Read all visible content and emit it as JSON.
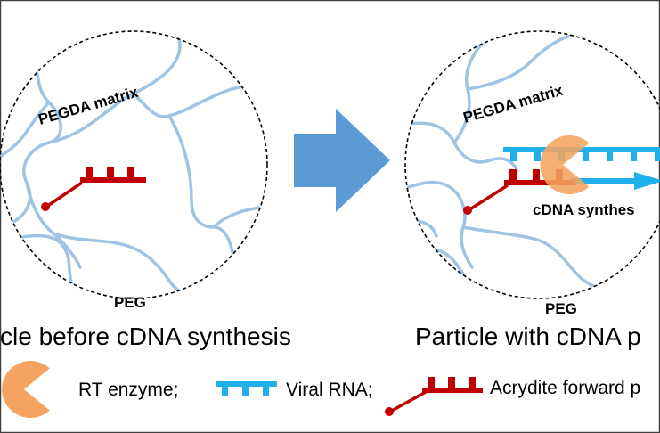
{
  "left_panel": {
    "matrix_label": "PEGDA matrix",
    "peg_label": "PEG",
    "caption": "cle before cDNA synthesis"
  },
  "right_panel": {
    "matrix_label": "PEGDA matrix",
    "peg_label": "PEG",
    "process_label": "cDNA synthes",
    "caption": "Particle with cDNA p"
  },
  "legend": {
    "rt_enzyme": "RT enzyme;",
    "viral_rna": "Viral RNA;",
    "primer": "Acrydite forward p"
  },
  "colors": {
    "hydrogel_fiber": "#9fc3e4",
    "primer": "#c00000",
    "rna": "#1fb0ea",
    "enzyme": "#f4a460",
    "arrow": "#5b9bd5",
    "frame": "#404040"
  }
}
